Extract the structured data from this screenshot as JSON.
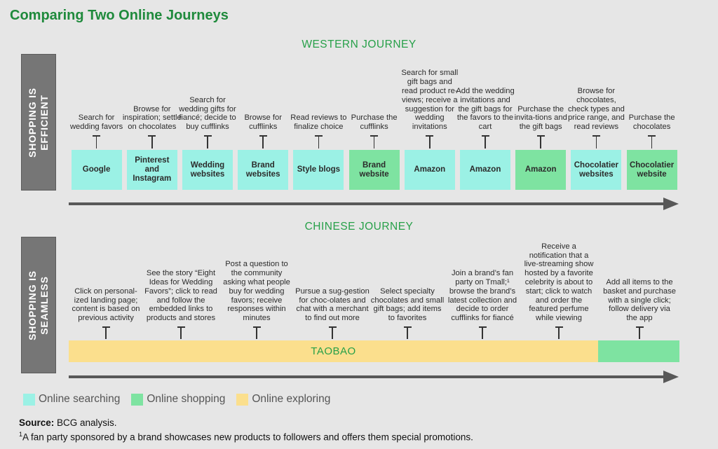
{
  "title": "Comparing Two Online Journeys",
  "colors": {
    "searching": "#9bf1e5",
    "shopping": "#7ee3a1",
    "exploring": "#fbdf8d",
    "accent": "#1f8a3c"
  },
  "western": {
    "heading": "WESTERN JOURNEY",
    "side_label_line1": "SHOPPING IS",
    "side_label_line2": "EFFICIENT",
    "steps": [
      {
        "text": "Search for wedding favors",
        "box": "Google",
        "type": "searching"
      },
      {
        "text": "Browse for inspiration; settle on chocolates",
        "box": "Pinterest and Instagram",
        "type": "searching"
      },
      {
        "text": "Search for wedding gifts for fiancé; decide to buy cufflinks",
        "box": "Wedding websites",
        "type": "searching"
      },
      {
        "text": "Browse for cufflinks",
        "box": "Brand websites",
        "type": "searching"
      },
      {
        "text": "Read reviews to finalize choice",
        "box": "Style blogs",
        "type": "searching"
      },
      {
        "text": "Purchase the cufflinks",
        "box": "Brand website",
        "type": "shopping"
      },
      {
        "text": "Search for small gift bags and read product re-views; receive a suggestion for wedding invitations",
        "box": "Amazon",
        "type": "searching"
      },
      {
        "text": "Add the wedding invitations and the gift bags for the favors to the cart",
        "box": "Amazon",
        "type": "searching"
      },
      {
        "text": "Purchase the invita-tions and the gift bags",
        "box": "Amazon",
        "type": "shopping"
      },
      {
        "text": "Browse for chocolates, check types and price range, and read reviews",
        "box": "Chocolatier websites",
        "type": "searching"
      },
      {
        "text": "Purchase the chocolates",
        "box": "Chocolatier website",
        "type": "shopping"
      }
    ]
  },
  "chinese": {
    "heading": "CHINESE JOURNEY",
    "side_label_line1": "SHOPPING IS",
    "side_label_line2": "SEAMLESS",
    "bar_label": "TAOBAO",
    "steps": [
      {
        "text": "Click on personal-ized landing page; content is based on previous activity"
      },
      {
        "text": "See the story “Eight Ideas for Wedding Favors”; click to read and follow the embedded links to products and stores"
      },
      {
        "text": "Post a question to the community asking what people buy for wedding favors; receive responses within minutes"
      },
      {
        "text": "Pursue a sug-gestion for choc-olates and chat with a merchant to find out more"
      },
      {
        "text": "Select specialty chocolates and small gift bags; add items to favorites"
      },
      {
        "text": "Join a brand’s fan party on Tmall;¹ browse the brand’s latest collection and decide to order cufflinks for fiancé"
      },
      {
        "text": "Receive a notification that a live-streaming show hosted by a favorite celebrity is about to start; click to watch and order the featured perfume while viewing"
      },
      {
        "text": "Add all items to the basket and purchase with a single click; follow delivery via the app"
      }
    ]
  },
  "legend": [
    {
      "label": "Online searching",
      "color": "#9bf1e5"
    },
    {
      "label": "Online shopping",
      "color": "#7ee3a1"
    },
    {
      "label": "Online exploring",
      "color": "#fbdf8d"
    }
  ],
  "source_label": "Source:",
  "source_text": "BCG analysis.",
  "footnote_mark": "1",
  "footnote_text": "A fan party sponsored by a brand showcases new products to followers and offers them special promotions."
}
